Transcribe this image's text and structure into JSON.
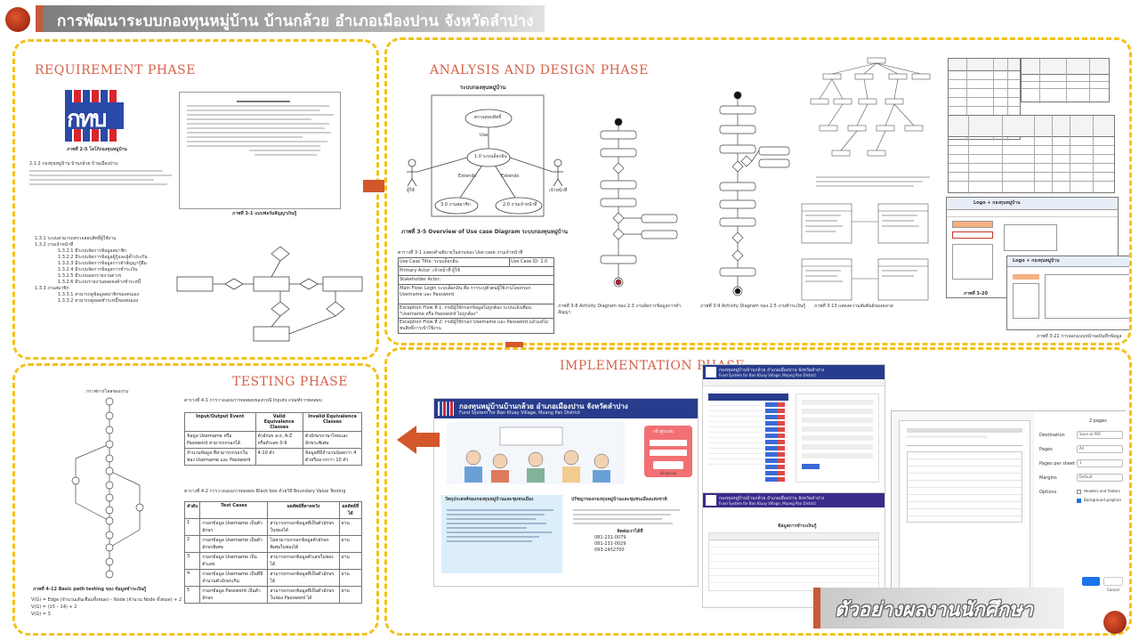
{
  "header": {
    "title": "การพัฒนาระบบกองทุนหมู่บ้าน บ้านกล้วย อำเภอเมืองปาน จังหวัดลำปาง"
  },
  "phases": {
    "requirement": "REQUIREMENT PHASE",
    "analysis": "ANALYSIS AND DESIGN PHASE",
    "implementation": "IMPLEMENTATION PHASE",
    "testing": "TESTING PHASE"
  },
  "requirement": {
    "logo_text": "กทบ",
    "logo_caption": "ภาพที่ 2-5 โลโก้กองทุนหมู่บ้าน",
    "figure_caption": "ภาพที่ 3-1 แบบฟอร์มสัญญาเงินกู้",
    "section_lines": [
      "2.1.2 กองทุนหมู่บ้าน บ้านกล้วย บ้านเมืองปาน",
      "1.3.1 ระบบสามารถตรวจสอบสิทธิ์ผู้ใช้งาน",
      "1.3.2 งานเจ้าหน้าที่",
      "1.3.2.1 มีระบบจัดการข้อมูลสมาชิก",
      "1.3.2.2 มีระบบจัดการข้อมูลผู้กู้และผู้ค้ำประกัน",
      "1.3.2.3 มีระบบจัดการข้อมูลการทำสัญญากู้ยืม",
      "1.3.2.4 มีระบบจัดการข้อมูลการชำระเงิน",
      "1.3.2.5 มีระบบออกรายงานต่างๆ",
      "1.3.2.6 มีระบบรายงานยอดคงค้างชำระหนี้",
      "1.3.3 งานสมาชิก",
      "1.3.3.1 สามารถดูข้อมูลสมาชิกของตนเอง",
      "1.3.3.2 สามารถดูยอดชำระหนี้ของตนเอง"
    ]
  },
  "analysis": {
    "usecase_title": "ระบบกองทุนหมู่บ้าน",
    "usecase_nodes": [
      "ตรวจสอบสิทธิ์",
      "1.0 ระบบล็อกอิน",
      "3.0 งานสมาชิก",
      "2.0 งานเจ้าหน้าที่"
    ],
    "usecase_labels": [
      "Use",
      "Extends",
      "Extends",
      "ผู้ใช้",
      "เจ้าหน้าที่"
    ],
    "usecase_caption": "ภาพที่ 3-5 Overview of Use case Diagram ระบบกองทุนหมู่บ้าน",
    "spec_caption": "ตารางที่ 3-1 แสดงคำอธิบายในส่วนของ Use case งานเจ้าหน้าที่",
    "spec_rows": [
      [
        "Use Case Title: ระบบล็อกอิน",
        "Use Case ID: 1.0"
      ],
      [
        "Primary Actor: เจ้าหน้าที่ ผู้ใช้",
        ""
      ],
      [
        "Stakeholder Actor:",
        ""
      ]
    ],
    "spec_text": [
      "Main Flow: Login ระบบล็อกอิน คือ การระบุตัวตนผู้ใช้งานโดยกรอก Username และ Password",
      "Exception Flow ที่ 1: กรณีผู้ใช้กรอกข้อมูลไม่ถูกต้อง ระบบแจ้งเตือน \"Username หรือ Password ไม่ถูกต้อง\"",
      "Exception Flow ที่ 2: กรณีผู้ใช้กรอก Username และ Password แล้วแต่ไม่พบสิทธิ์การเข้าใช้งาน"
    ],
    "activity_caption_1": "ภาพที่ 3-8 Activity Diagram ของ 2.3 งานจัดการข้อมูลการทำสัญญา",
    "activity_caption_2": "ภาพที่ 3-9 Activity Diagram ของ 2.5 งานชำระเงินกู้",
    "class_caption": "ภาพที่ 3-13 แสดงความสัมพันธ์ของคลาส",
    "ui_header": "Logo + กองทุนหมู่บ้าน",
    "ui_header_2": "Logo + กองทุนหมู่บ้าน",
    "ui_caption": "ภาพที่ 3-20",
    "ui_caption_2": "ภาพที่ 3-22 การออกแบบหน้าจอบันทึกข้อมูล"
  },
  "implementation": {
    "site_title": "กองทุนหมู่บ้านบ้านกล้วย อำเภอเมืองปาน จังหวัดลำปาง",
    "site_subtitle": "Fund System for Ban Kluay Village, Muang Pan District",
    "login_title": "เข้าสู่ระบบ",
    "login_button": "เข้าสู่ระบบ",
    "site_small_title": "กองทุนหมู่บ้านบ้านกล้วย อำเภอเมืองปาน จังหวัดลำปาง",
    "site_small_sub": "Fund System for Ban Kluay Village, Muang Pan District",
    "card_title_left": "วัตถุประสงค์ของกองทุนหมู่บ้านและชุมชนเมือง",
    "card_title_right": "ปรัชญาของกองทุนหมู่บ้านและชุมชนเมืองแห่งชาติ",
    "contact_title": "ติดต่อเราได้ที่",
    "contact_lines": [
      "081-231-0079",
      "081-231-0029",
      "093-2452700"
    ],
    "table_title": "ข้อมูลการชำระเงินกู้",
    "print_pages": "2 pages",
    "print_fields": [
      "Destination",
      "Pages",
      "Pages per sheet",
      "Margins",
      "Options"
    ],
    "print_values": [
      "Save as PDF",
      "All",
      "1",
      "Default"
    ],
    "print_option_1": "Headers and footers",
    "print_option_2": "Background graphics",
    "print_save": "Save",
    "print_cancel": "Cancel"
  },
  "testing": {
    "flow_title": "กราฟการไหลของงาน",
    "flow_caption": "ภาพที่ 4-12 Basic path testing ของ ข้อมูลชำระเงินกู้",
    "formula_lines": [
      "V(G) = Edge (จำนวนเส้นเชื่อมทั้งหมด) – Node (จำนวน Node ทั้งหมด) + 2",
      "V(G) = (15 – 14) + 2",
      "V(G) = 3"
    ],
    "table1_caption": "ตารางที่ 4-1 การวางแผนการทดสอบของกรณี Inputs เกณฑ์การทดสอบ",
    "table1_headers": [
      "Input/Output Event",
      "Valid Equivalence Classes",
      "Invalid Equivalence Classes"
    ],
    "table1_rows": [
      [
        "ข้อมูล Username หรือ Password สามารถกรอกได้",
        "ตัวอักษร a-z, A-Z หรือตัวเลข 0-9",
        "ตัวอักษรภาษาไทยและอักขระพิเศษ"
      ],
      [
        "จำนวนข้อมูล ที่สามารถกรอกในช่อง Username และ Password",
        "4-10 ตัว",
        "ข้อมูลที่มีจำนวนน้อยกว่า 4 ตัวหรือมากกว่า 10 ตัว"
      ]
    ],
    "table2_caption": "ตารางที่ 4-2 การวางแผนการทดสอบ Black box ด้วยวิธี Boundary Value Testing",
    "table2_headers": [
      "ลำดับ",
      "Test Cases",
      "ผลลัพธ์ที่คาดหวัง",
      "ผลลัพธ์ที่ได้"
    ],
    "table2_rows": [
      [
        "1",
        "กรอกข้อมูล Username เป็นตัวอักษร",
        "สามารถกรอกข้อมูลที่เป็นตัวอักษรในช่องได้",
        "ผ่าน"
      ],
      [
        "2",
        "กรอกข้อมูล Username เป็นตัวอักษรพิเศษ",
        "ไม่สามารถกรอกข้อมูลตัวอักษรพิเศษในช่องได้",
        "ผ่าน"
      ],
      [
        "3",
        "กรอกข้อมูล Username เป็นตัวเลข",
        "สามารถกรอกข้อมูลตัวเลขในช่องได้",
        "ผ่าน"
      ],
      [
        "4",
        "กรอกข้อมูล Username เป็นที่มีจำนวนตัวอักษรเกิน",
        "สามารถกรอกข้อมูลที่เป็นตัวอักษรได้",
        "ผ่าน"
      ],
      [
        "5",
        "กรอกข้อมูล Password เป็นตัวอักษร",
        "สามารถกรอกข้อมูลที่เป็นตัวอักษรในช่อง Password ได้",
        "ผ่าน"
      ]
    ]
  },
  "footer": {
    "student_label": "ตัวอย่างผลงานนักศึกษา"
  },
  "colors": {
    "accent": "#d5614a",
    "border": "#f2c21b",
    "arrow": "#d2572b",
    "site_blue": "#273c8c"
  }
}
